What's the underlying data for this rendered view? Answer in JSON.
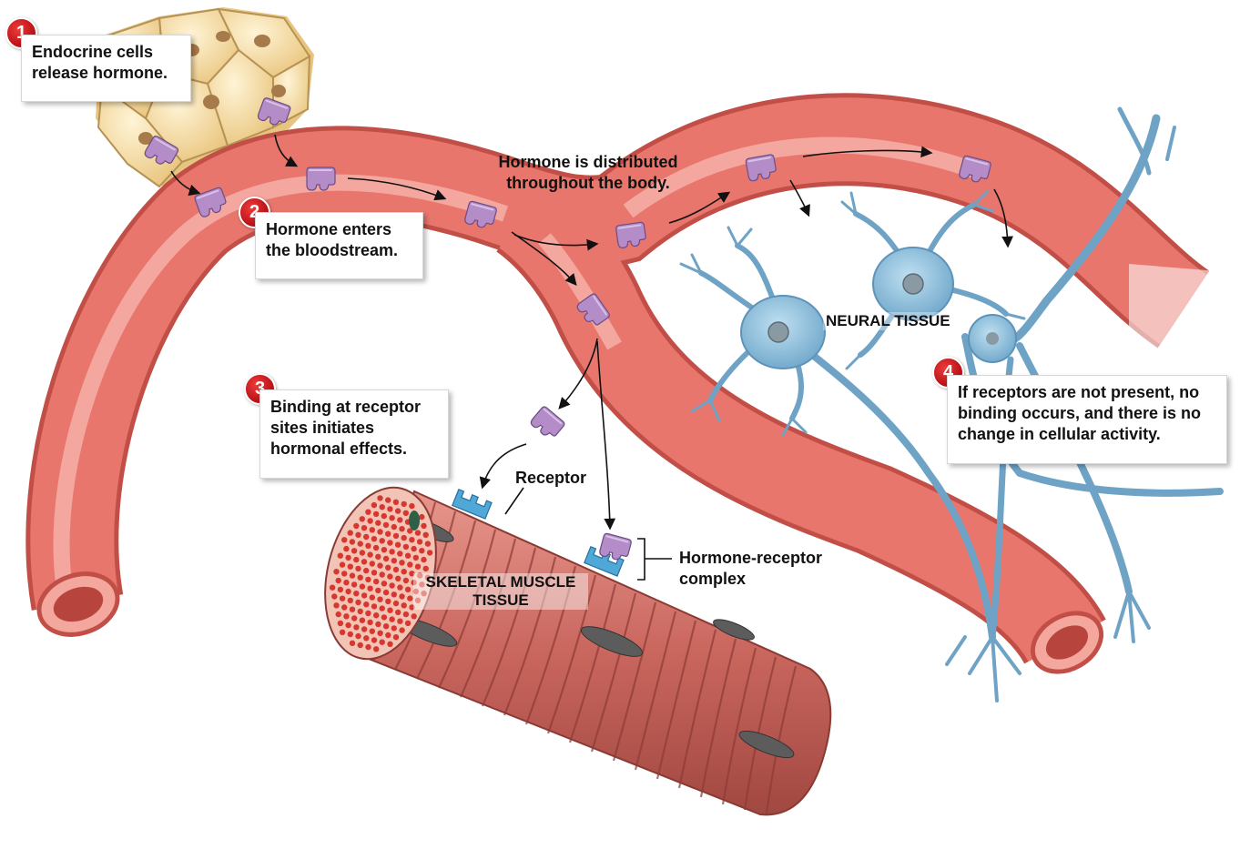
{
  "steps": [
    {
      "number": "1",
      "lines": [
        "Endocrine cells",
        "release hormone."
      ]
    },
    {
      "number": "2",
      "lines": [
        "Hormone enters",
        "the bloodstream."
      ]
    },
    {
      "number": "3",
      "lines": [
        "Binding at receptor",
        "sites initiates",
        "hormonal effects."
      ]
    },
    {
      "number": "4",
      "lines": [
        "If receptors are not present, no",
        "binding occurs, and there is no",
        "change in cellular activity."
      ]
    }
  ],
  "labels": {
    "distribution": [
      "Hormone is distributed",
      "throughout the body."
    ],
    "receptor": "Receptor",
    "complex": [
      "Hormone-receptor",
      "complex"
    ],
    "neural_tissue": "NEURAL TISSUE",
    "muscle_tissue": [
      "SKELETAL MUSCLE",
      "TISSUE"
    ]
  },
  "colors": {
    "vessel": "#e8766c",
    "vessel_highlight": "#f6b0a8",
    "hormone": "#b48cc8",
    "receptor": "#4fa8d8",
    "neuron": "#7fb2d2",
    "muscle": "#c9665e",
    "endocrine_cell": "#f5d99a",
    "step_badge": "#d4202a"
  }
}
